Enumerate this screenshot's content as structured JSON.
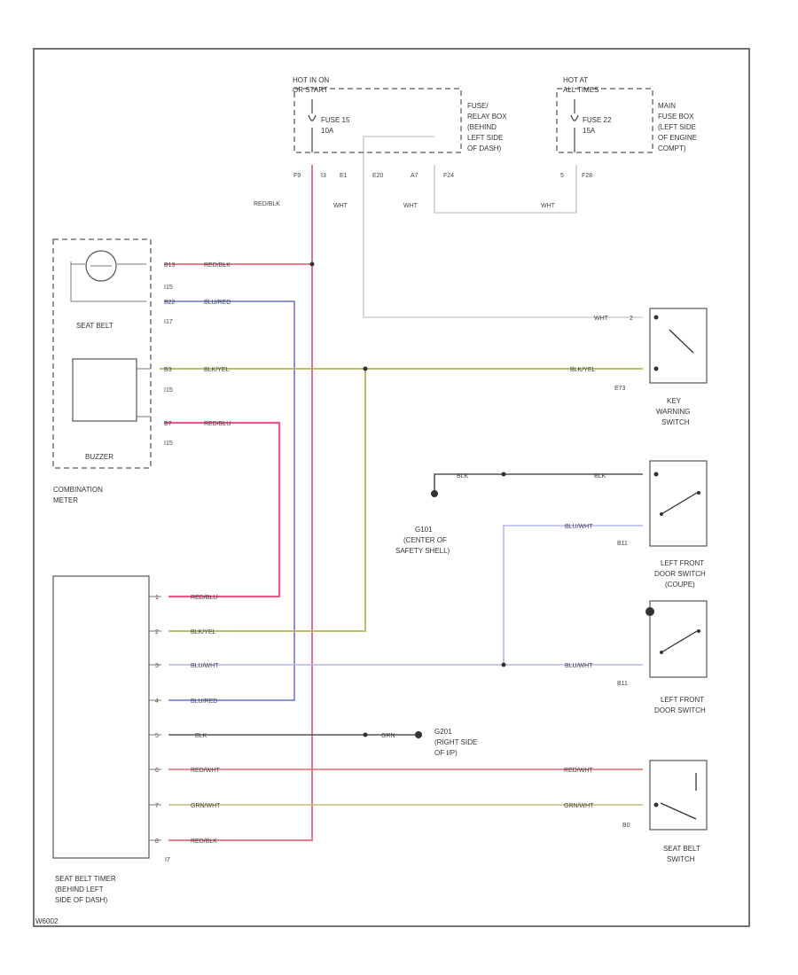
{
  "page_code": "W6002",
  "colors": {
    "red_blk": "#e06a82",
    "red": "#e86a6a",
    "blu_red": "#7f87d6",
    "blu_wht": "#b3b7ee",
    "blk_yel": "#b4b25a",
    "grn_wht": "#c9b97a",
    "blk": "#555555",
    "wht": "#c4c4c4"
  },
  "fuse_box_left": {
    "hot_label": "HOT IN ON",
    "hot_label2": "OR START",
    "fuse_name": "FUSE 15",
    "fuse_amp": "10A",
    "desc": [
      "FUSE/",
      "RELAY BOX",
      "(BEHIND",
      "LEFT SIDE",
      "OF DASH)"
    ],
    "pins": [
      "F9",
      "I3",
      "E1",
      "E20",
      "A7",
      "F24"
    ]
  },
  "fuse_box_right": {
    "hot_label": "HOT AT",
    "hot_label2": "ALL TIMES",
    "fuse_name": "FUSE 22",
    "fuse_amp": "15A",
    "desc": [
      "MAIN",
      "FUSE BOX",
      "(LEFT SIDE",
      "OF ENGINE",
      "COMPT)"
    ],
    "pins": [
      "5",
      "F28"
    ]
  },
  "wire_labels": {
    "red_blk_top": "RED/BLK",
    "wht_1": "WHT",
    "wht_2": "WHT",
    "wht_3": "WHT",
    "wht_key": "WHT"
  },
  "combination_meter": {
    "seat_belt_label": "SEAT BELT",
    "buzzer_label": "BUZZER",
    "name": [
      "COMBINATION",
      "METER"
    ],
    "pins": [
      {
        "pin": "B13",
        "conn": "I15",
        "wire": "RED/BLK"
      },
      {
        "pin": "B22",
        "conn": "I17",
        "wire": "BLU/RED"
      },
      {
        "pin": "B3",
        "conn": "I15",
        "wire": "BLK/YEL"
      },
      {
        "pin": "B7",
        "conn": "I15",
        "wire": "RED/BLU"
      }
    ]
  },
  "key_switch": {
    "pin": "2",
    "wire_in": "BLK/YEL",
    "conn": "E73",
    "name": [
      "KEY",
      "WARNING",
      "SWITCH"
    ]
  },
  "ground_g101": {
    "wire": "BLK",
    "wire2": "BLK",
    "name": [
      "G101",
      "(CENTER OF",
      "SAFETY SHELL)"
    ]
  },
  "left_door_coupe": {
    "wire": "BLU/WHT",
    "conn": "B11",
    "name": [
      "LEFT FRONT",
      "DOOR SWITCH",
      "(COUPE)"
    ]
  },
  "left_door": {
    "wire": "BLU/WHT",
    "conn": "B11",
    "name": [
      "LEFT FRONT",
      "DOOR SWITCH"
    ]
  },
  "ground_g201": {
    "wire": "BLK",
    "wire2": "GRN",
    "name": [
      "G201",
      "(RIGHT SIDE",
      "OF I/P)"
    ]
  },
  "seat_belt_switch": {
    "wire_top": "RED/WHT",
    "wire_bot": "GRN/WHT",
    "conn": "B0",
    "name": [
      "SEAT BELT",
      "SWITCH"
    ]
  },
  "timer": {
    "name": [
      "SEAT BELT TIMER",
      "(BEHIND LEFT",
      "SIDE OF DASH)"
    ],
    "conn": "I7",
    "pins": [
      {
        "pin": "1",
        "wire": "RED/BLU"
      },
      {
        "pin": "2",
        "wire": "BLK/YEL"
      },
      {
        "pin": "3",
        "wire": "BLU/WHT"
      },
      {
        "pin": "4",
        "wire": "BLU/RED"
      },
      {
        "pin": "5",
        "wire": "BLK"
      },
      {
        "pin": "6",
        "wire": "RED/WHT"
      },
      {
        "pin": "7",
        "wire": "GRN/WHT"
      },
      {
        "pin": "8",
        "wire": "RED/BLK"
      }
    ]
  }
}
